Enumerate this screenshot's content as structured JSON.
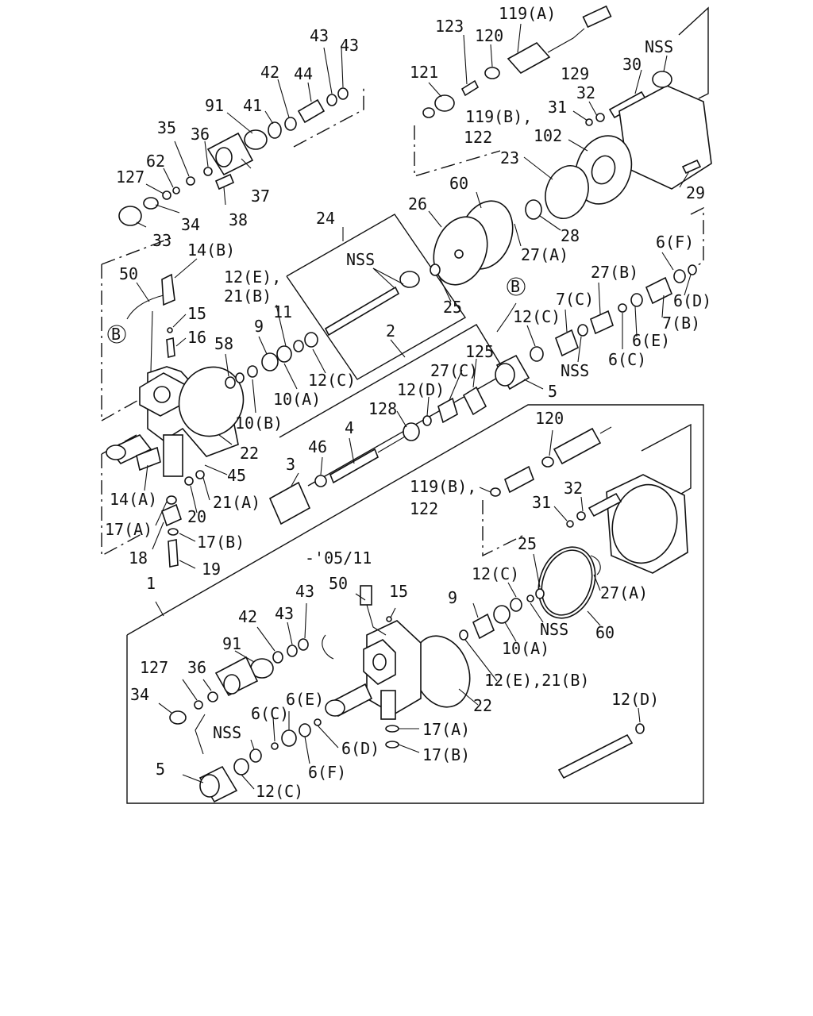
{
  "date_note": "-'05/11",
  "labels": {
    "l119a": "119(A)",
    "l123": "123",
    "l120a": "120",
    "l129": "129",
    "lnss1": "NSS",
    "l121": "121",
    "l30": "30",
    "l32a": "32",
    "l31a": "31",
    "l119b_1": "119(B),",
    "l122_1": "122",
    "l102": "102",
    "l43a": "43",
    "l43b": "43",
    "l42a": "42",
    "l44": "44",
    "l91a": "91",
    "l41": "41",
    "l35": "35",
    "l36a": "36",
    "l62": "62",
    "l127a": "127",
    "l37": "37",
    "l34a": "34",
    "l38": "38",
    "l33": "33",
    "l23": "23",
    "l60a": "60",
    "l26": "26",
    "l28": "28",
    "l29": "29",
    "l24": "24",
    "lnss2": "NSS",
    "l27a_1": "27(A)",
    "l25a": "25",
    "l14b": "14(B)",
    "l50a": "50",
    "lb1": "B",
    "l15a": "15",
    "l16": "16",
    "l12e_1": "12(E),",
    "l21b_1": "21(B)",
    "l11": "11",
    "l9a": "9",
    "l58": "58",
    "l10a_1": "10(A)",
    "l10b": "10(B)",
    "l12c_1": "12(C)",
    "l2": "2",
    "lb2": "B",
    "l12c_2": "12(C)",
    "l7c": "7(C)",
    "l27b": "27(B)",
    "l6f_1": "6(F)",
    "l6d_1": "6(D)",
    "l7b": "7(B)",
    "l6e_1": "6(E)",
    "l6c_1": "6(C)",
    "lnss3": "NSS",
    "l125": "125",
    "l27c": "27(C)",
    "l12d_1": "12(D)",
    "l128": "128",
    "l5a": "5",
    "l22a": "22",
    "l45": "45",
    "l14a": "14(A)",
    "l21a": "21(A)",
    "l20": "20",
    "l17a_1": "17(A)",
    "l17b_1": "17(B)",
    "l18": "18",
    "l19": "19",
    "l3": "3",
    "l46": "46",
    "l4": "4",
    "l120b": "120",
    "l119b_2": "119(B),",
    "l122_2": "122",
    "l32b": "32",
    "l31b": "31",
    "l25b": "25",
    "l12c_3": "12(C)",
    "l27a_2": "27(A)",
    "l9b": "9",
    "lnss4": "NSS",
    "l60b": "60",
    "l10a_2": "10(A)",
    "l1": "1",
    "l50b": "50",
    "l15b": "15",
    "l43c": "43",
    "l43d": "43",
    "l42b": "42",
    "l91b": "91",
    "l127b": "127",
    "l36b": "36",
    "l34b": "34",
    "l12e_21b": "12(E),21(B)",
    "l22b": "22",
    "l6c_2": "6(C)",
    "l6e_2": "6(E)",
    "lnss5": "NSS",
    "l6d_2": "6(D)",
    "l6f_2": "6(F)",
    "l17a_2": "17(A)",
    "l17b_2": "17(B)",
    "l12d_2": "12(D)",
    "l5b": "5",
    "l12c_4": "12(C)"
  }
}
